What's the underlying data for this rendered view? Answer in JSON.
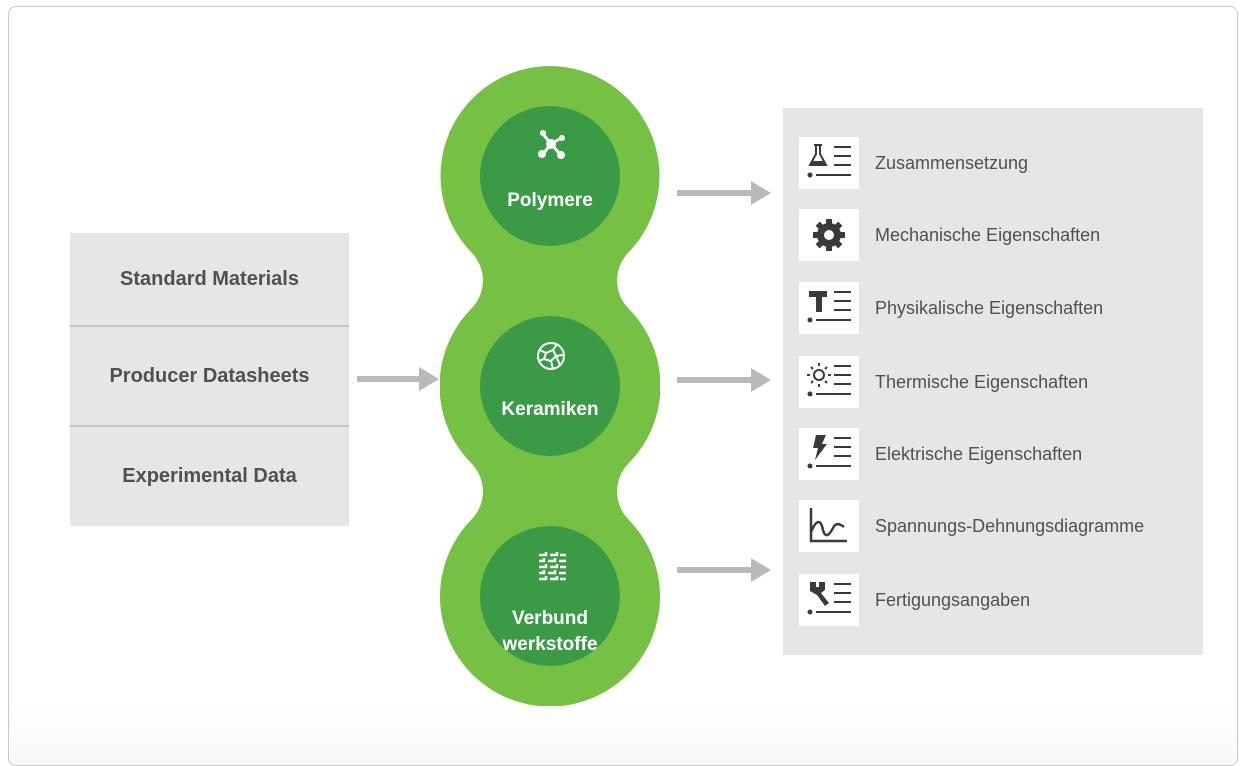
{
  "sources": {
    "items": [
      "Standard Materials",
      "Producer Datasheets",
      "Experimental Data"
    ]
  },
  "materials": {
    "polymere": "Polymere",
    "keramiken": "Keramiken",
    "verbund_line1": "Verbund",
    "verbund_line2": "werkstoffe"
  },
  "properties": [
    {
      "label": "Zusammensetzung",
      "icon": "flask-list-icon"
    },
    {
      "label": "Mechanische Eigenschaften",
      "icon": "gear-icon"
    },
    {
      "label": "Physikalische Eigenschaften",
      "icon": "hammer-list-icon"
    },
    {
      "label": "Thermische Eigenschaften",
      "icon": "sun-list-icon"
    },
    {
      "label": "Elektrische Eigenschaften",
      "icon": "lightning-list-icon"
    },
    {
      "label": "Spannungs-Dehnungsdiagramme",
      "icon": "curve-chart-icon"
    },
    {
      "label": "Fertigungsangaben",
      "icon": "wrench-list-icon"
    }
  ],
  "colors": {
    "outer_green": "#76c043",
    "inner_green": "#3a9a46",
    "panel_gray": "#e6e6e7",
    "arrow_gray": "#b9b9b9",
    "icon_dark": "#3a3a3a"
  }
}
